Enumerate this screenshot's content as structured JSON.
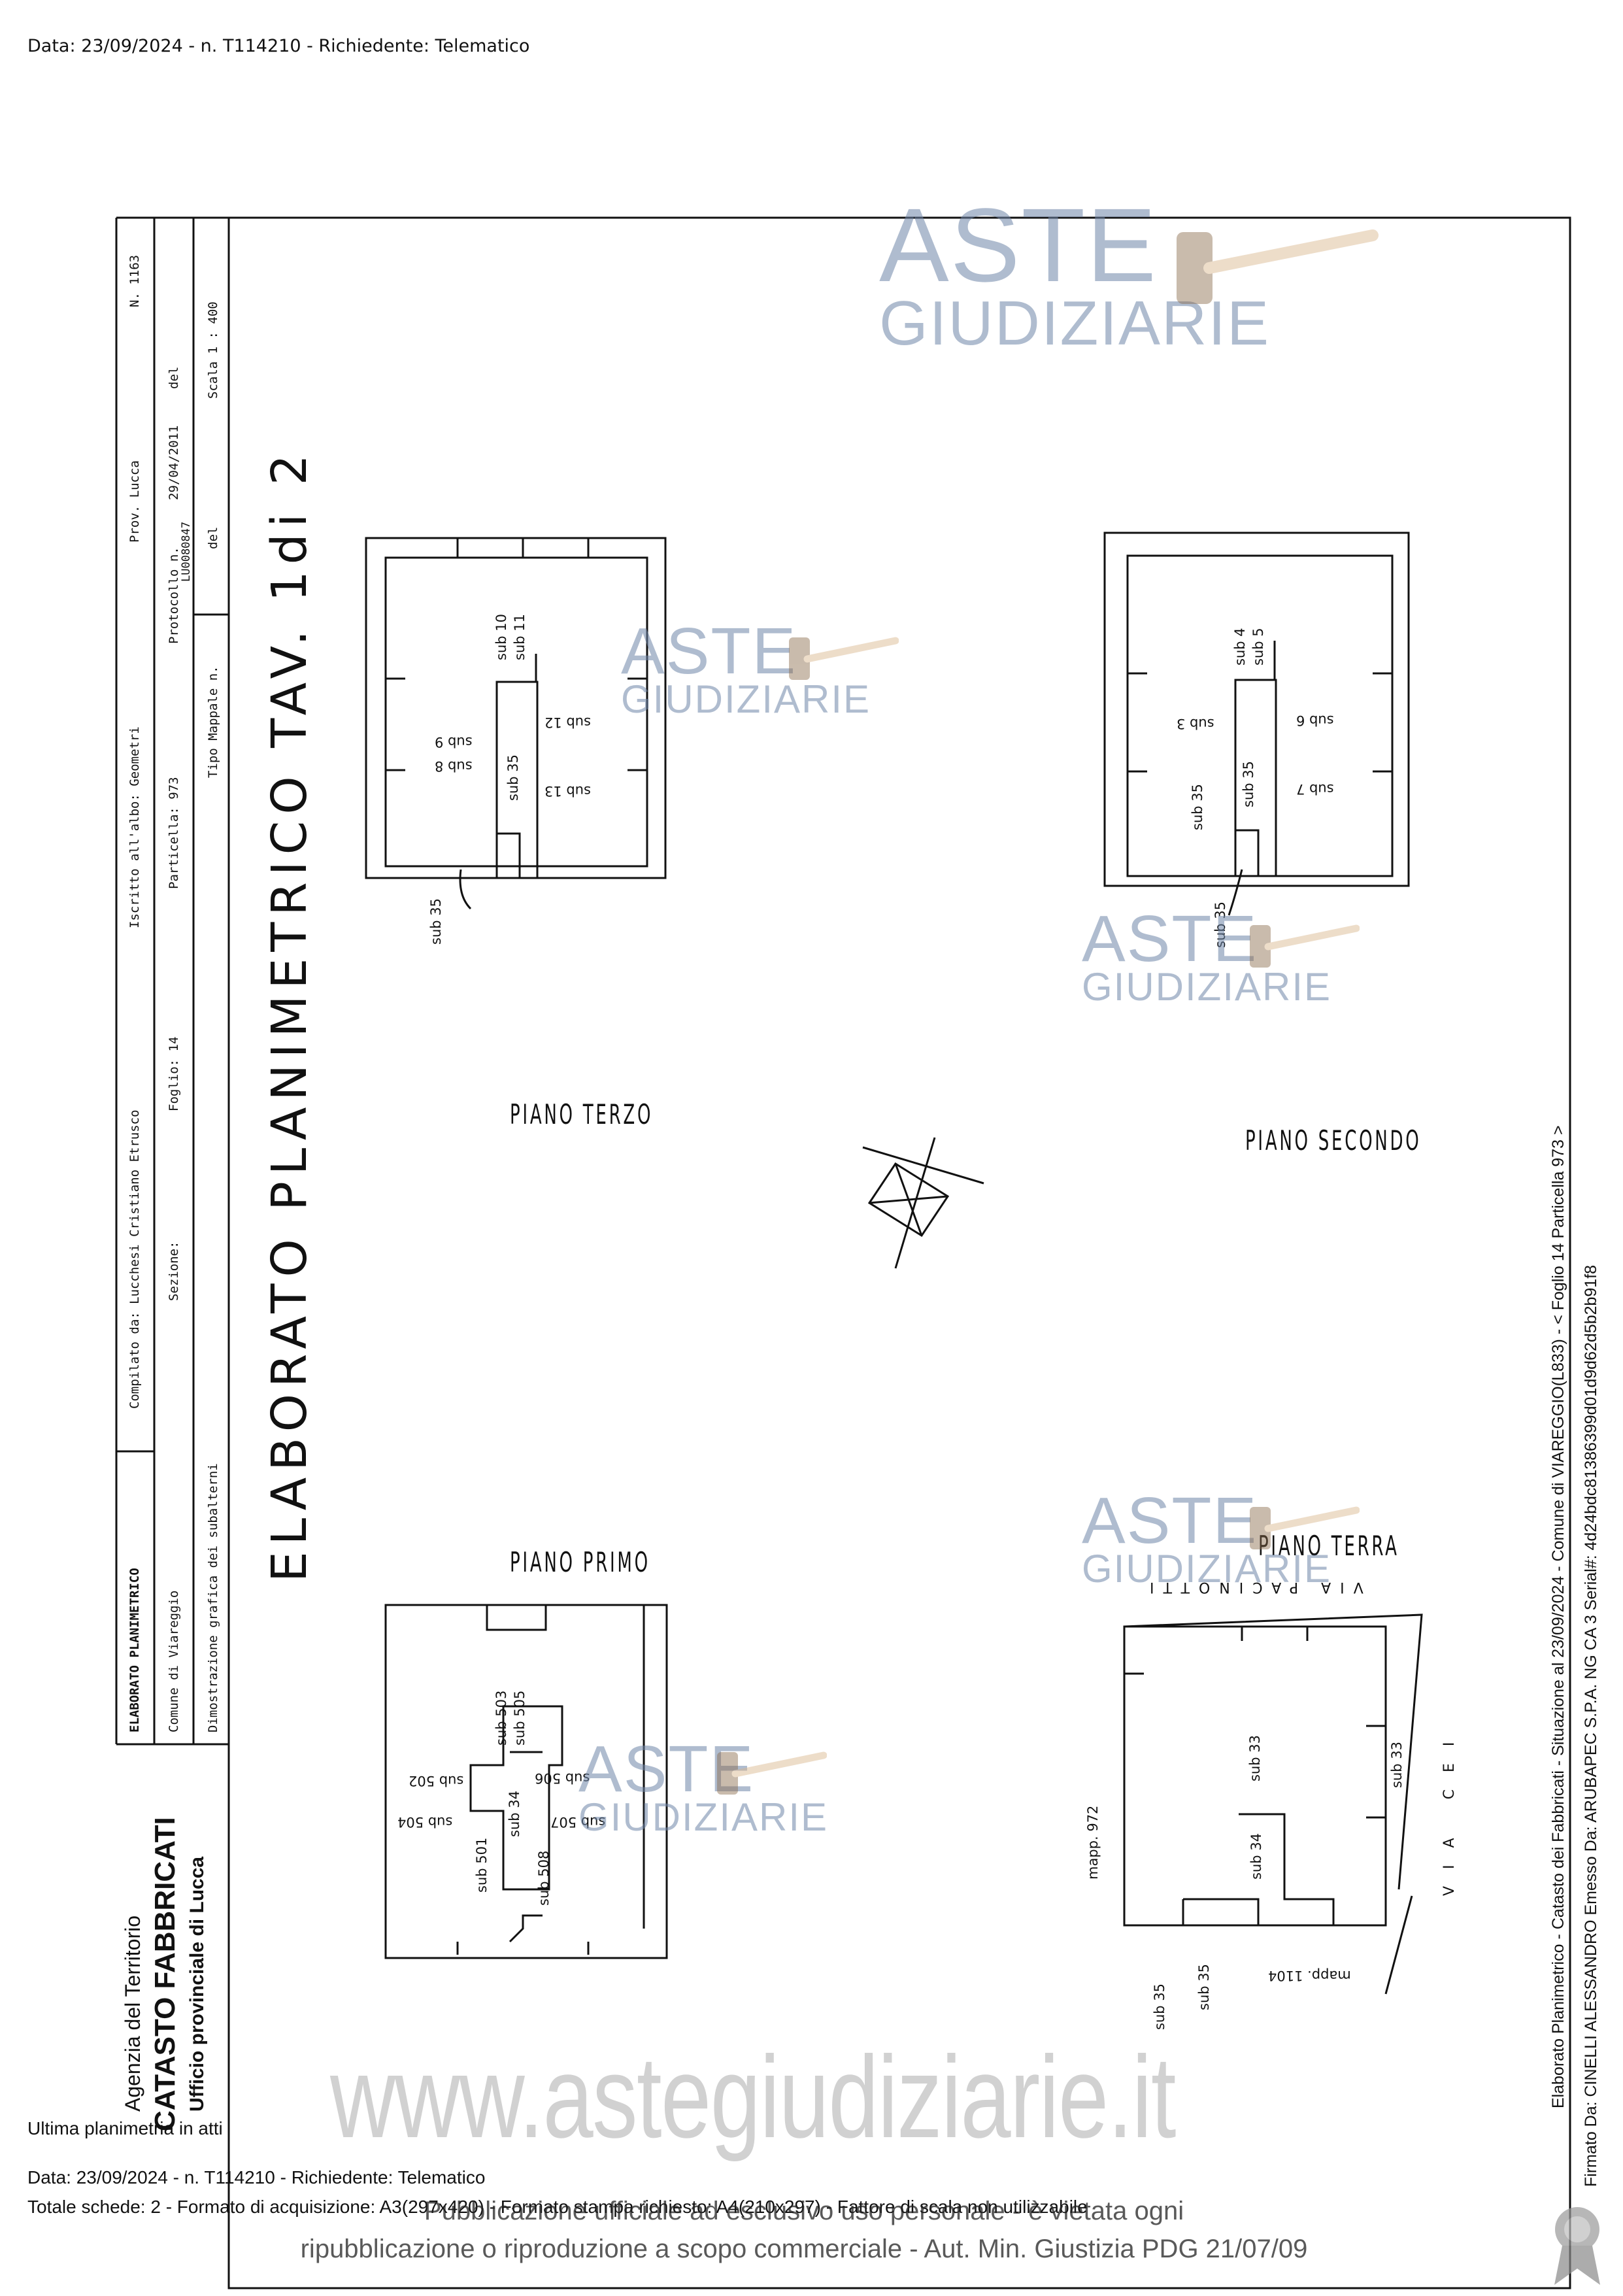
{
  "header_top": "Data: 23/09/2024 - n. T114210 - Richiedente: Telematico",
  "drawing": {
    "title": "ELABORATO PLANIMETRICO    TAV. 1di 2",
    "plans": {
      "terzo": "PIANO TERZO",
      "secondo": "PIANO SECONDO",
      "primo": "PIANO PRIMO",
      "terra": "PIANO TERRA"
    },
    "subs_terzo": [
      "sub 10",
      "sub 11",
      "sub 9",
      "sub 8",
      "sub 35",
      "sub 12",
      "sub 13",
      "sub 35"
    ],
    "subs_secondo": [
      "sub 4",
      "sub 5",
      "sub 3",
      "sub 6",
      "sub 35",
      "sub 7",
      "sub 35",
      "sub 35"
    ],
    "subs_primo": [
      "sub 503",
      "sub 505",
      "sub 502",
      "sub 506",
      "sub 504",
      "sub 34",
      "sub 507",
      "sub 501",
      "sub 508"
    ],
    "subs_terra": [
      "sub 33",
      "sub 33",
      "sub 34",
      "sub 35",
      "sub 35"
    ],
    "streets": {
      "via_pacinotti": "VIA PACINOTTI",
      "via_cei": "VIA CEI",
      "mapp_972": "mapp. 972",
      "mapp_1104": "mapp. 1104"
    }
  },
  "left_band": {
    "agency": "Agenzia del Territorio",
    "catasto": "CATASTO FABBRICATI",
    "ufficio": "Ufficio provinciale di Lucca"
  },
  "info_box": {
    "row1": {
      "elab": "ELABORATO PLANIMETRICO",
      "compilato": "Compilato da: Lucchesi Cristiano Etrusco",
      "iscritto": "Iscritto all'albo: Geometri",
      "prov": "Prov. Lucca",
      "n": "N. 1163"
    },
    "row2": {
      "comune": "Comune di Viareggio",
      "sezione": "Sezione:",
      "foglio": "Foglio: 14",
      "particella": "Particella: 973",
      "protocollo": "Protocollo n.",
      "protocollo_n": "LU0080847",
      "del": "del",
      "data": "29/04/2011"
    },
    "row3": {
      "dimostrazione": "Dimostrazione grafica dei subalterni",
      "tipo": "Tipo Mappale n.",
      "del": "del",
      "scala": "Scala 1 : 400"
    }
  },
  "right_side": {
    "line1": "Elaborato Planimetrico - Catasto dei Fabbricati - Situazione al 23/09/2024 - Comune di VIAREGGIO(L833) - < Foglio 14 Particella 973 >",
    "line2": "Firmato Da: CINELLI ALESSANDRO Emesso Da: ARUBAPEC S.P.A. NG CA 3 Serial#: 4d24bdc81386399d01d9d62d5b2b91f8"
  },
  "watermark": {
    "aste": "ASTE",
    "giudiziarie": "GIUDIZIARIE",
    "site": "www.astegiudiziarie.it",
    "pub1": "Pubblicazione ufficiale ad esclusivo uso personale - è vietata ogni",
    "pub2": "ripubblicazione o riproduzione a scopo commerciale - Aut. Min. Giustizia PDG 21/07/09"
  },
  "footer": {
    "ultima": "Ultima planimetria in atti",
    "data": "Data: 23/09/2024 - n. T114210 - Richiedente: Telematico",
    "totale": "Totale schede: 2 - Formato di acquisizione: A3(297x420) - Formato stampa richiesto: A4(210x297) - Fattore di scala non utilizzabile"
  }
}
